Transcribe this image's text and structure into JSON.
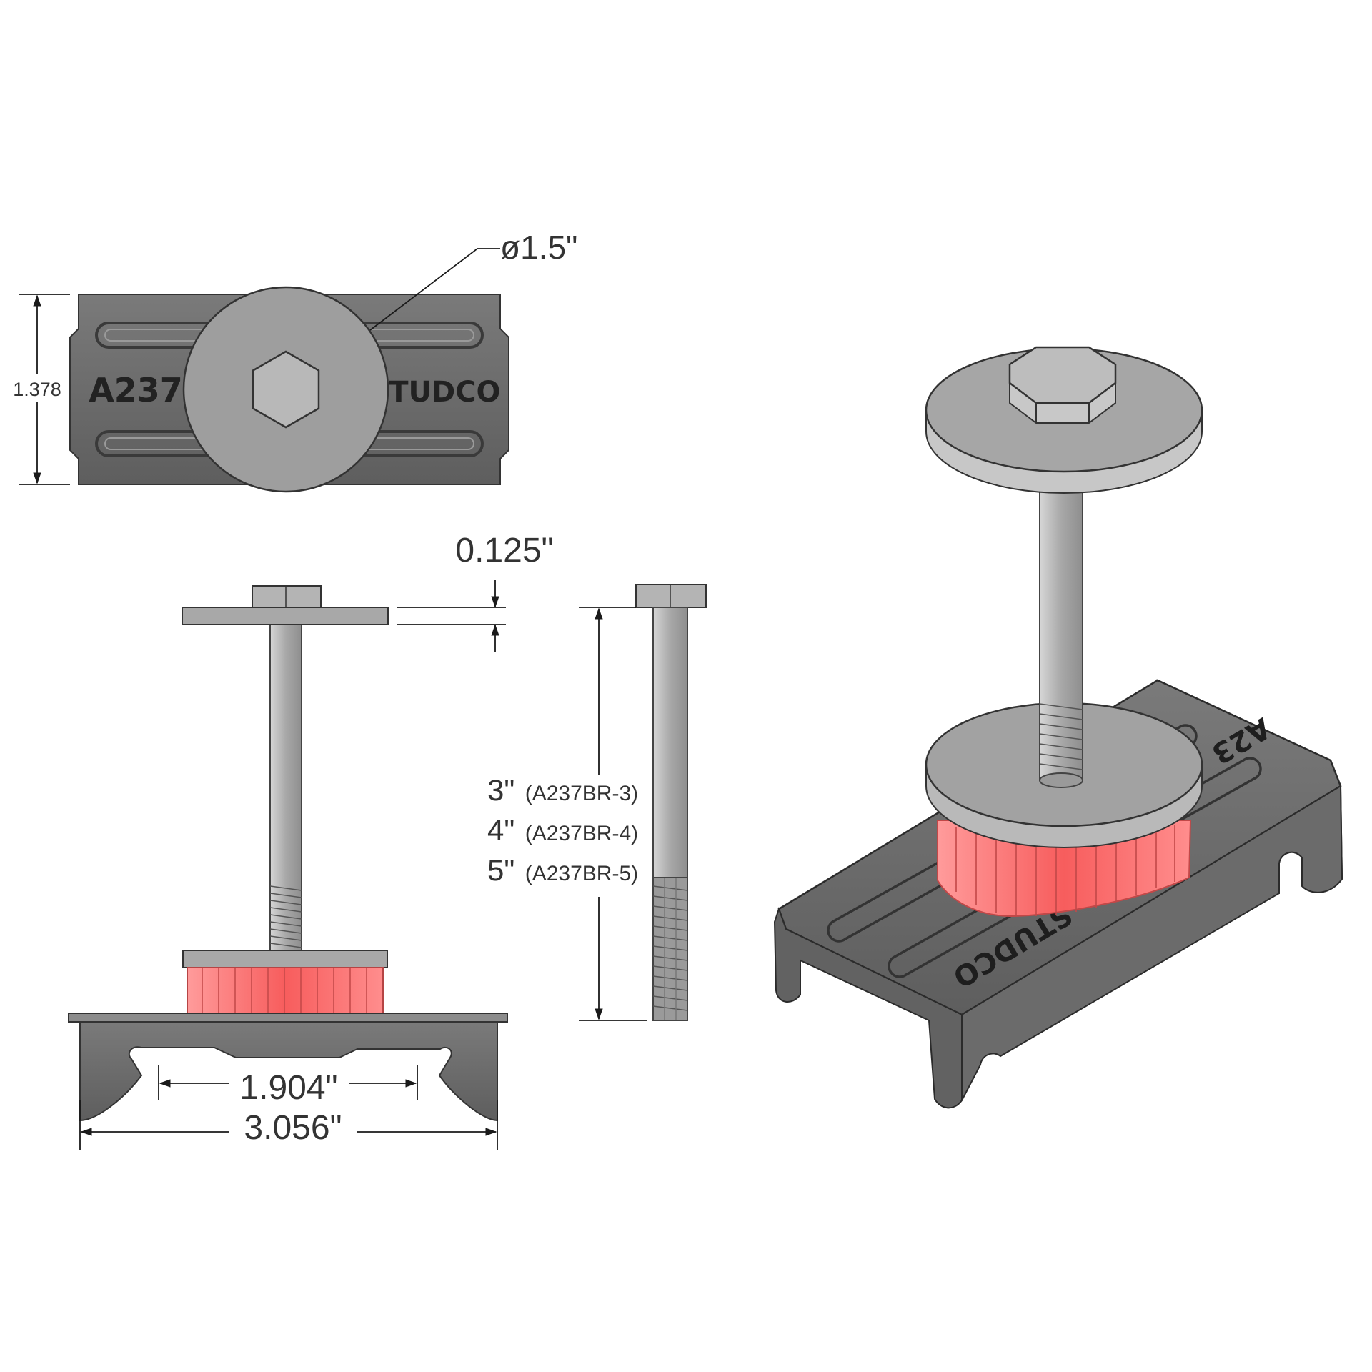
{
  "top_view": {
    "height_label": "1.378",
    "diameter_label": "ø1.5\"",
    "left_mark": "A237",
    "right_mark": "STUDCO"
  },
  "side_view": {
    "washer_thickness_label": "0.125\"",
    "inner_width_label": "1.904\"",
    "outer_width_label": "3.056\""
  },
  "bolt_lengths": [
    {
      "length": "3\"",
      "part": "(A237BR-3)"
    },
    {
      "length": "4\"",
      "part": "(A237BR-4)"
    },
    {
      "length": "5\"",
      "part": "(A237BR-5)"
    }
  ],
  "iso_view": {
    "mark_front": "STUDCO",
    "mark_back": "A23"
  },
  "colors": {
    "steel_dark": "#6d6d6d",
    "steel_light": "#b4b4b4",
    "grommet_red": "#f97a7a"
  }
}
